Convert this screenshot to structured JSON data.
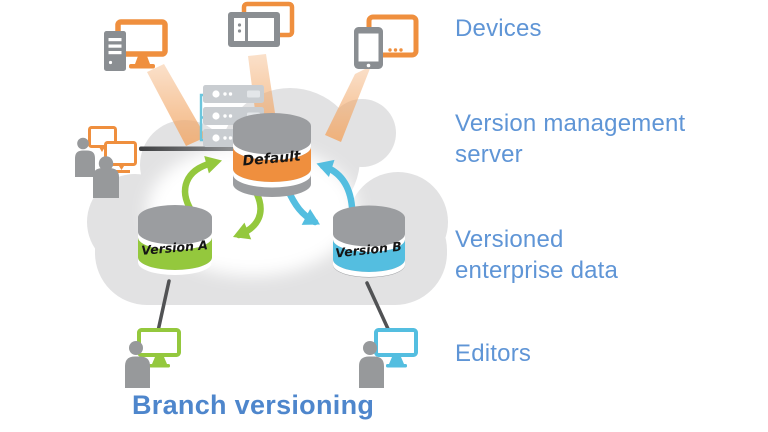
{
  "title": "Branch versioning",
  "side_labels": [
    {
      "id": "devices",
      "lines": [
        "Devices"
      ]
    },
    {
      "id": "version-management-server",
      "lines": [
        "Version management",
        "server"
      ]
    },
    {
      "id": "versioned-enterprise-data",
      "lines": [
        "Versioned",
        "enterprise data"
      ]
    },
    {
      "id": "editors",
      "lines": [
        "Editors"
      ]
    }
  ],
  "databases": {
    "default": {
      "label": "Default",
      "band_color": "#EF8F3E"
    },
    "version_a": {
      "label": "Version A",
      "band_color": "#94C83D"
    },
    "version_b": {
      "label": "Version B",
      "band_color": "#54BEE0"
    }
  },
  "icons": [
    {
      "name": "desktop-computer-icon"
    },
    {
      "name": "field-device-icon"
    },
    {
      "name": "smartphone-icon"
    },
    {
      "name": "server-rack-icon"
    },
    {
      "name": "network-bracket-icon"
    },
    {
      "name": "users-workstations-icon"
    },
    {
      "name": "cloud-icon"
    },
    {
      "name": "database-cylinder-icon"
    },
    {
      "name": "editor-green-icon"
    },
    {
      "name": "editor-blue-icon"
    },
    {
      "name": "sync-arrows-green"
    },
    {
      "name": "sync-arrows-blue"
    }
  ],
  "colors": {
    "orange": "#EF8F3E",
    "green": "#94C83D",
    "blue": "#54BEE0",
    "label_blue": "#5F95D6",
    "title_blue": "#4E86CC",
    "cloud_gray": "#E2E2E3",
    "db_gray": "#9B9DA0",
    "person_gray": "#97999B",
    "rack_gray": "#C9CDD1",
    "bracket_blue": "#6CC6DD",
    "dark_gray": "#515254",
    "device_gray": "#8A8E92",
    "beam_peach": "#F2A868"
  }
}
